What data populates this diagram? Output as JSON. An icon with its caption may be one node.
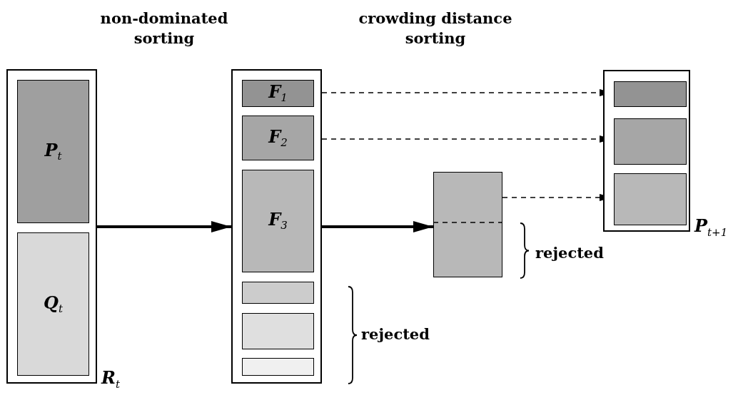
{
  "diagram": {
    "nodes": [
      {
        "text": [
          "**R**$_{t}$"
        ]
      },
      {
        "text": [
          "**P**$_{t}$"
        ],
        "in": 0
      },
      {
        "text": [
          "**Q**$_{t}$"
        ],
        "in": 0
      },
      {
        "text": [],
        "shape": "box"
      },
      {
        "text": [
          "**F**$_{1}$"
        ],
        "in": 3
      },
      {
        "text": [
          "**F**$_{2}$"
        ],
        "in": 3
      },
      {
        "text": [
          "**F**$_{3}$"
        ],
        "in": 3
      },
      {
        "text": [],
        "shape": "box",
        "in": 3
      },
      {
        "text": [],
        "shape": "box",
        "in": 3
      },
      {
        "text": [],
        "shape": "box",
        "in": 3
      },
      {
        "text": [],
        "shape": "box"
      },
      {
        "text": [
          "**P**$_{t+1}$"
        ]
      },
      {
        "text": [],
        "shape": "box",
        "in": 11
      },
      {
        "text": [],
        "shape": "box",
        "in": 11
      },
      {
        "text": [],
        "shape": "box",
        "in": 11
      }
    ],
    "edges": [
      {
        "from": 0,
        "to": 3,
        "arrow": "to",
        "style": "thick"
      },
      {
        "from": 3,
        "to": 10,
        "arrow": "to",
        "style": "thick"
      },
      {
        "from": 4,
        "to": 12,
        "arrow": "to",
        "style": "dashed"
      },
      {
        "from": 5,
        "to": 13,
        "arrow": "to",
        "style": "dashed"
      },
      {
        "from": 10,
        "to": 14,
        "arrow": "to",
        "style": "dashed"
      }
    ],
    "labels": [
      "non-dominated sorting",
      "crowding distance sorting",
      "rejected",
      "rejected"
    ]
  }
}
